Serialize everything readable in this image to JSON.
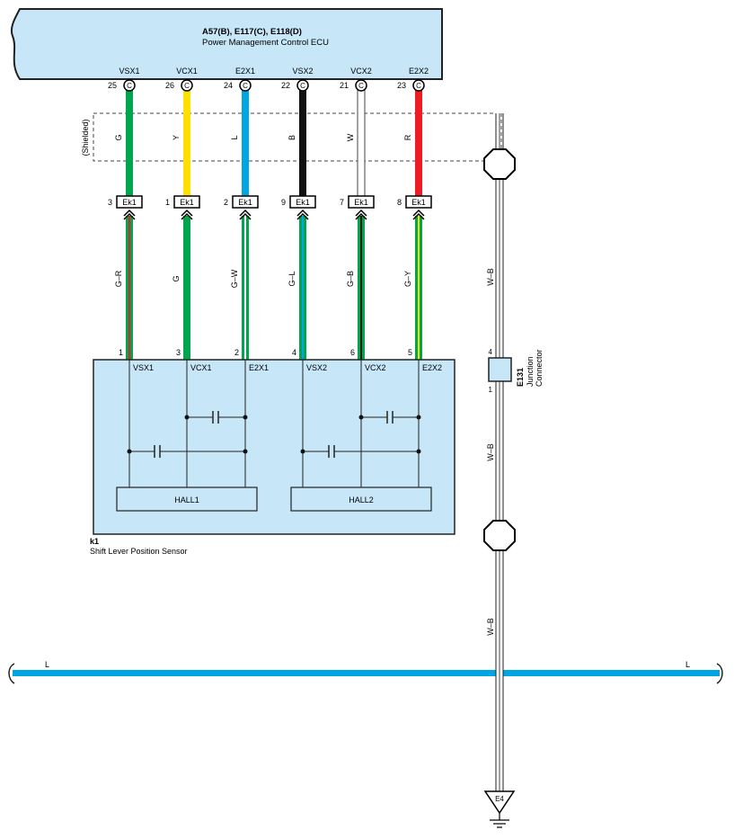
{
  "ecu": {
    "codes": "A57(B), E117(C), E118(D)",
    "name": "Power Management Control ECU"
  },
  "shielded_label": "(Shielded)",
  "ecu_pins": [
    {
      "name": "VSX1",
      "num": "25",
      "conn": "C",
      "wire": "G",
      "color": "#00a550"
    },
    {
      "name": "VCX1",
      "num": "26",
      "conn": "C",
      "wire": "Y",
      "color": "#ffe000"
    },
    {
      "name": "E2X1",
      "num": "24",
      "conn": "C",
      "wire": "L",
      "color": "#00a6e2"
    },
    {
      "name": "VSX2",
      "num": "22",
      "conn": "C",
      "wire": "B",
      "color": "#111111"
    },
    {
      "name": "VCX2",
      "num": "21",
      "conn": "C",
      "wire": "W",
      "color": "#ffffff"
    },
    {
      "name": "E2X2",
      "num": "23",
      "conn": "C",
      "wire": "R",
      "color": "#ee1c25"
    }
  ],
  "ek_connectors": [
    {
      "num": "3",
      "label": "Ek1",
      "wire": "G–R",
      "base": "#00a550",
      "stripe": "#ee1c25"
    },
    {
      "num": "1",
      "label": "Ek1",
      "wire": "G",
      "base": "#00a550",
      "stripe": "#00a550"
    },
    {
      "num": "2",
      "label": "Ek1",
      "wire": "G–W",
      "base": "#00a550",
      "stripe": "#ffffff"
    },
    {
      "num": "9",
      "label": "Ek1",
      "wire": "G–L",
      "base": "#00a550",
      "stripe": "#00a6e2"
    },
    {
      "num": "7",
      "label": "Ek1",
      "wire": "G–B",
      "base": "#00a550",
      "stripe": "#111111"
    },
    {
      "num": "8",
      "label": "Ek1",
      "wire": "G–Y",
      "base": "#00a550",
      "stripe": "#ffe000"
    }
  ],
  "sensor": {
    "code": "k1",
    "name": "Shift Lever Position Sensor",
    "pins": [
      {
        "num": "1",
        "name": "VSX1"
      },
      {
        "num": "3",
        "name": "VCX1"
      },
      {
        "num": "2",
        "name": "E2X1"
      },
      {
        "num": "4",
        "name": "VSX2"
      },
      {
        "num": "6",
        "name": "VCX2"
      },
      {
        "num": "5",
        "name": "E2X2"
      }
    ],
    "hall1": "HALL1",
    "hall2": "HALL2"
  },
  "ground": {
    "wire_top": "W–B",
    "wire_mid": "W–B",
    "wire_bottom": "W–B",
    "junction_code": "E131",
    "junction_name1": "Junction",
    "junction_name2": "Connector",
    "junction_pin_top": "4",
    "junction_pin_bottom": "1",
    "ground_point": "E4"
  },
  "bus": {
    "left_label": "L",
    "right_label": "L",
    "color": "#00a6e2"
  }
}
